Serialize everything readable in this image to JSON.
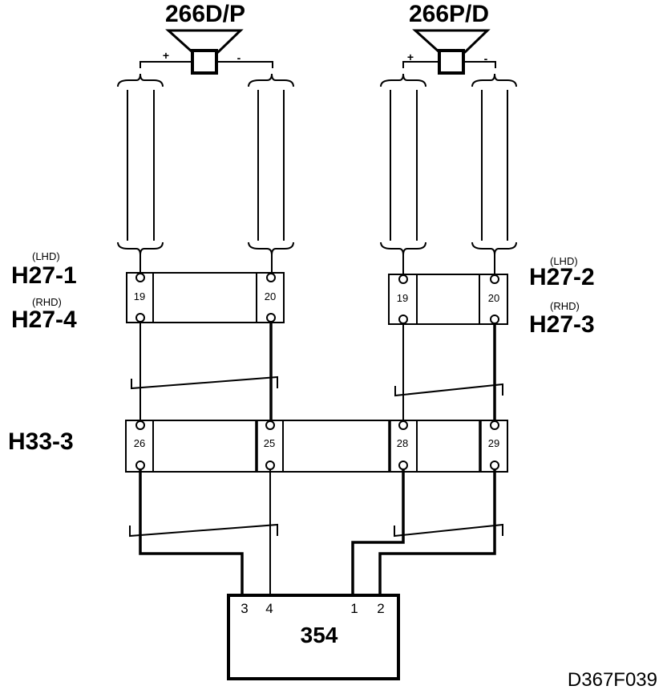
{
  "speakers": [
    {
      "id": "spk_left",
      "label": "266D/P",
      "plus": "+",
      "minus": "-"
    },
    {
      "id": "spk_right",
      "label": "266P/D",
      "plus": "+",
      "minus": "-"
    }
  ],
  "connectors": {
    "h27_left": {
      "lhd_tag": "(LHD)",
      "lhd_name": "H27-1",
      "rhd_tag": "(RHD)",
      "rhd_name": "H27-4",
      "pins": [
        "19",
        "20"
      ]
    },
    "h27_right": {
      "lhd_tag": "(LHD)",
      "lhd_name": "H27-2",
      "rhd_tag": "(RHD)",
      "rhd_name": "H27-3",
      "pins": [
        "19",
        "20"
      ]
    },
    "h33": {
      "name": "H33-3",
      "pins": [
        "26",
        "25",
        "28",
        "29"
      ]
    }
  },
  "module": {
    "label": "354",
    "pins": [
      "3",
      "4",
      "1",
      "2"
    ]
  },
  "figure_ref": "D367F039"
}
